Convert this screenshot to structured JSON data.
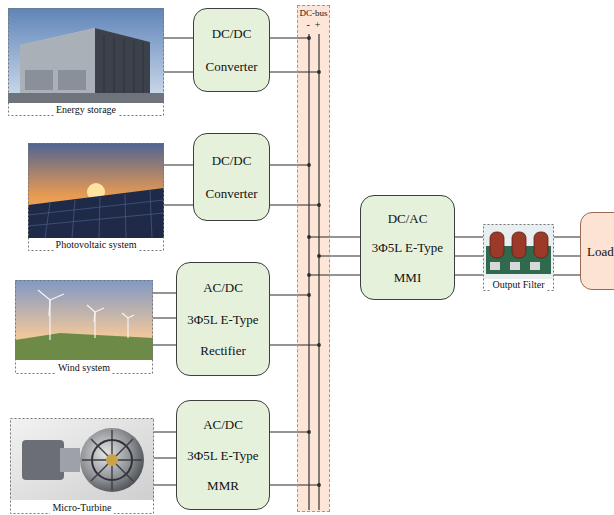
{
  "diagram": {
    "nodes": [
      {
        "text": [
          "Energy storage"
        ]
      },
      {
        "text": [
          "DC/DC",
          "Converter"
        ]
      },
      {
        "text": [
          "Photovoltaic system"
        ]
      },
      {
        "text": [
          "DC/DC",
          "Converter"
        ]
      },
      {
        "text": [
          "Wind system"
        ]
      },
      {
        "text": [
          "AC/DC",
          "3Φ5L E-Type",
          "Rectifier"
        ]
      },
      {
        "text": [
          "Micro-Turbine"
        ]
      },
      {
        "text": [
          "AC/DC",
          "3Φ5L E-Type",
          "MMR"
        ]
      },
      {
        "text": [
          "DC-bus",
          "-",
          "+"
        ]
      },
      {
        "text": [
          "DC/AC",
          "3Φ5L E-Type",
          "MMI"
        ]
      },
      {
        "text": [
          "Output Filter"
        ]
      },
      {
        "text": [
          "Load"
        ]
      }
    ],
    "edges": [
      {
        "from": 0,
        "to": 1,
        "arrow": "none"
      },
      {
        "from": 1,
        "to": 8,
        "arrow": "none"
      },
      {
        "from": 2,
        "to": 3,
        "arrow": "none"
      },
      {
        "from": 3,
        "to": 8,
        "arrow": "none"
      },
      {
        "from": 4,
        "to": 5,
        "arrow": "none"
      },
      {
        "from": 5,
        "to": 8,
        "arrow": "none"
      },
      {
        "from": 6,
        "to": 7,
        "arrow": "none"
      },
      {
        "from": 7,
        "to": 8,
        "arrow": "none"
      },
      {
        "from": 8,
        "to": 9,
        "arrow": "none"
      },
      {
        "from": 9,
        "to": 10,
        "arrow": "none"
      },
      {
        "from": 10,
        "to": 11,
        "arrow": "none"
      }
    ]
  }
}
